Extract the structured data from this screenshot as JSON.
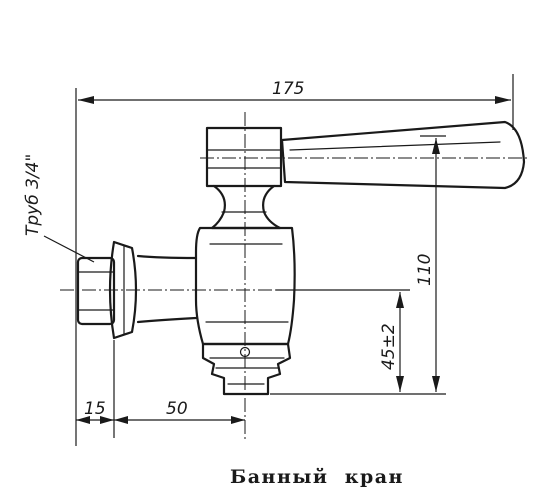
{
  "dimensions": {
    "overall_length": "175",
    "height": "110",
    "outlet_height": "45±2",
    "nut_length": "15",
    "body_offset": "50",
    "thread_size": "Труб 3/4\""
  },
  "caption": "Банный  кран"
}
